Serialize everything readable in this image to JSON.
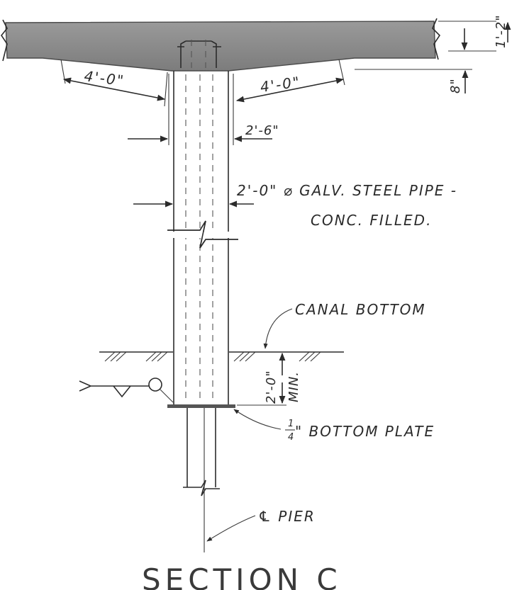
{
  "labels": {
    "top_thickness": "1'-2\"",
    "haunch_left": "4'-0\"",
    "haunch_right": "4'-0\"",
    "haunch_depth": "8\"",
    "flare_width": "2'-6\"",
    "pipe_line1": "2'-0\" ⌀ GALV. STEEL PIPE -",
    "pipe_line2": "CONC. FILLED.",
    "canal_bottom": "CANAL BOTTOM",
    "embed_depth": "2'-0\"",
    "embed_min": "MIN.",
    "plate_fraction_num": "1",
    "plate_fraction_den": "4",
    "bottom_plate": "\" BOTTOM PLATE",
    "pier_centerline": "℄ PIER",
    "section_title": "SECTION   C"
  },
  "colors": {
    "slab_fill": "#8c8c8c",
    "slab_edge": "#4a4a4a",
    "ink": "#2b2b2b"
  }
}
